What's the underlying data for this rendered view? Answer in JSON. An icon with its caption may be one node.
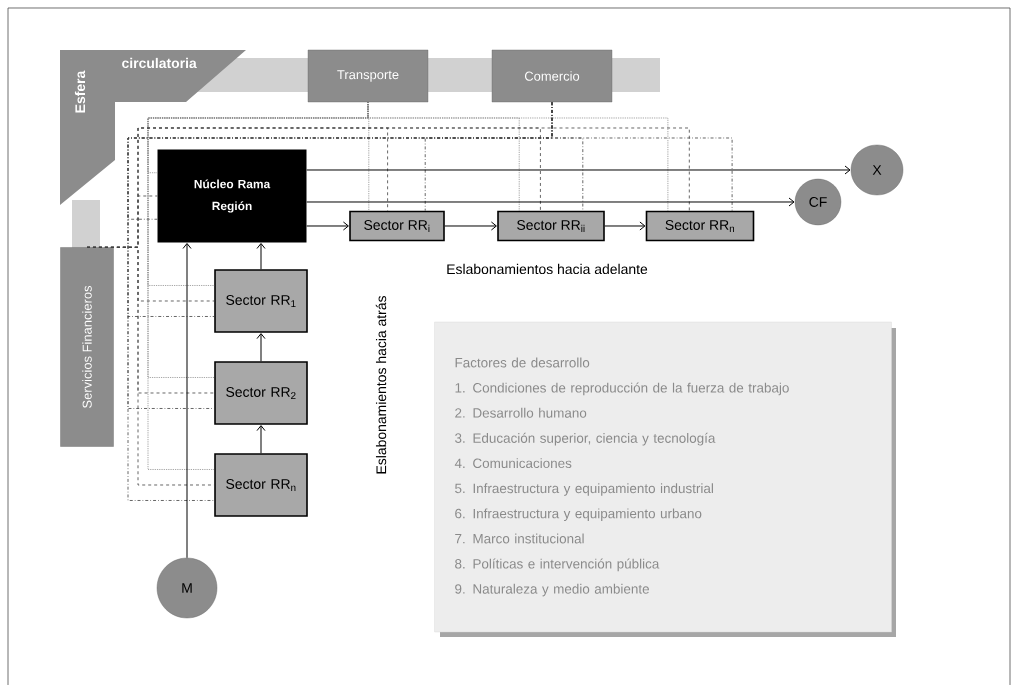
{
  "diagram": {
    "nodes": [
      {
        "text": [
          "Esfera",
          "circulatoria"
        ]
      },
      {
        "text": [
          "Transporte"
        ]
      },
      {
        "text": [
          "Comercio"
        ]
      },
      {
        "text": [
          "Servicios Financieros"
        ]
      },
      {
        "text": [
          "Núcleo Rama Región"
        ]
      },
      {
        "text": [
          "Sector RR$_{i}$"
        ]
      },
      {
        "text": [
          "Sector RR$_{ii}$"
        ]
      },
      {
        "text": [
          "Sector RR$_{n}$"
        ]
      },
      {
        "text": [
          "Sector RR$_{1}$"
        ]
      },
      {
        "text": [
          "Sector RR$_{2}$"
        ]
      },
      {
        "text": [
          "Sector RR$_{n}$"
        ]
      },
      {
        "text": [
          "M"
        ]
      },
      {
        "text": [
          "X"
        ]
      },
      {
        "text": [
          "CF"
        ]
      },
      {
        "text": [
          "Factores de desarrollo",
          "1. Condiciones de reproducción de la fuerza de trabajo",
          "2. Desarrollo humano",
          "3. Educación superior, ciencia y tecnología",
          "4. Comunicaciones",
          "5. Infraestructura y equipamiento industrial",
          "6. Infraestructura y equipamiento urbano",
          "7. Marco institucional",
          "8. Políticas e intervención pública",
          "9. Naturaleza y medio ambiente"
        ]
      }
    ],
    "edges": [
      {
        "from": 4,
        "to": 12,
        "arrow": "to"
      },
      {
        "from": 4,
        "to": 13,
        "arrow": "to"
      },
      {
        "from": 4,
        "to": 5,
        "arrow": "to"
      },
      {
        "from": 5,
        "to": 6,
        "arrow": "to"
      },
      {
        "from": 6,
        "to": 7,
        "arrow": "to"
      },
      {
        "from": 8,
        "to": 4,
        "arrow": "to"
      },
      {
        "from": 9,
        "to": 8,
        "arrow": "to"
      },
      {
        "from": 10,
        "to": 9,
        "arrow": "to"
      },
      {
        "from": 11,
        "to": 4,
        "arrow": "to"
      },
      {
        "from": 1,
        "to": 4,
        "arrow": "none",
        "style": "dashed"
      },
      {
        "from": 1,
        "to": 5,
        "arrow": "none",
        "style": "dashed"
      },
      {
        "from": 1,
        "to": 6,
        "arrow": "none",
        "style": "dashed"
      },
      {
        "from": 1,
        "to": 7,
        "arrow": "none",
        "style": "dashed"
      },
      {
        "from": 1,
        "to": 8,
        "arrow": "none",
        "style": "dashed"
      },
      {
        "from": 1,
        "to": 9,
        "arrow": "none",
        "style": "dashed"
      },
      {
        "from": 1,
        "to": 10,
        "arrow": "none",
        "style": "dashed"
      },
      {
        "from": 3,
        "to": 4,
        "arrow": "none",
        "style": "dashed"
      },
      {
        "from": 3,
        "to": 5,
        "arrow": "none",
        "style": "dashed"
      },
      {
        "from": 3,
        "to": 6,
        "arrow": "none",
        "style": "dashed"
      },
      {
        "from": 3,
        "to": 7,
        "arrow": "none",
        "style": "dashed"
      },
      {
        "from": 3,
        "to": 8,
        "arrow": "none",
        "style": "dashed"
      },
      {
        "from": 3,
        "to": 9,
        "arrow": "none",
        "style": "dashed"
      },
      {
        "from": 3,
        "to": 10,
        "arrow": "none",
        "style": "dashed"
      },
      {
        "from": 2,
        "to": 4,
        "arrow": "none",
        "style": "dashed"
      },
      {
        "from": 2,
        "to": 5,
        "arrow": "none",
        "style": "dashed"
      },
      {
        "from": 2,
        "to": 6,
        "arrow": "none",
        "style": "dashed"
      },
      {
        "from": 2,
        "to": 7,
        "arrow": "none",
        "style": "dashed"
      },
      {
        "from": 2,
        "to": 8,
        "arrow": "none",
        "style": "dashed"
      },
      {
        "from": 2,
        "to": 9,
        "arrow": "none",
        "style": "dashed"
      },
      {
        "from": 2,
        "to": 10,
        "arrow": "none",
        "style": "dashed"
      }
    ],
    "labels": [
      "Eslabonamientos hacia adelante",
      "Eslabonamientos hacia atrás"
    ]
  }
}
